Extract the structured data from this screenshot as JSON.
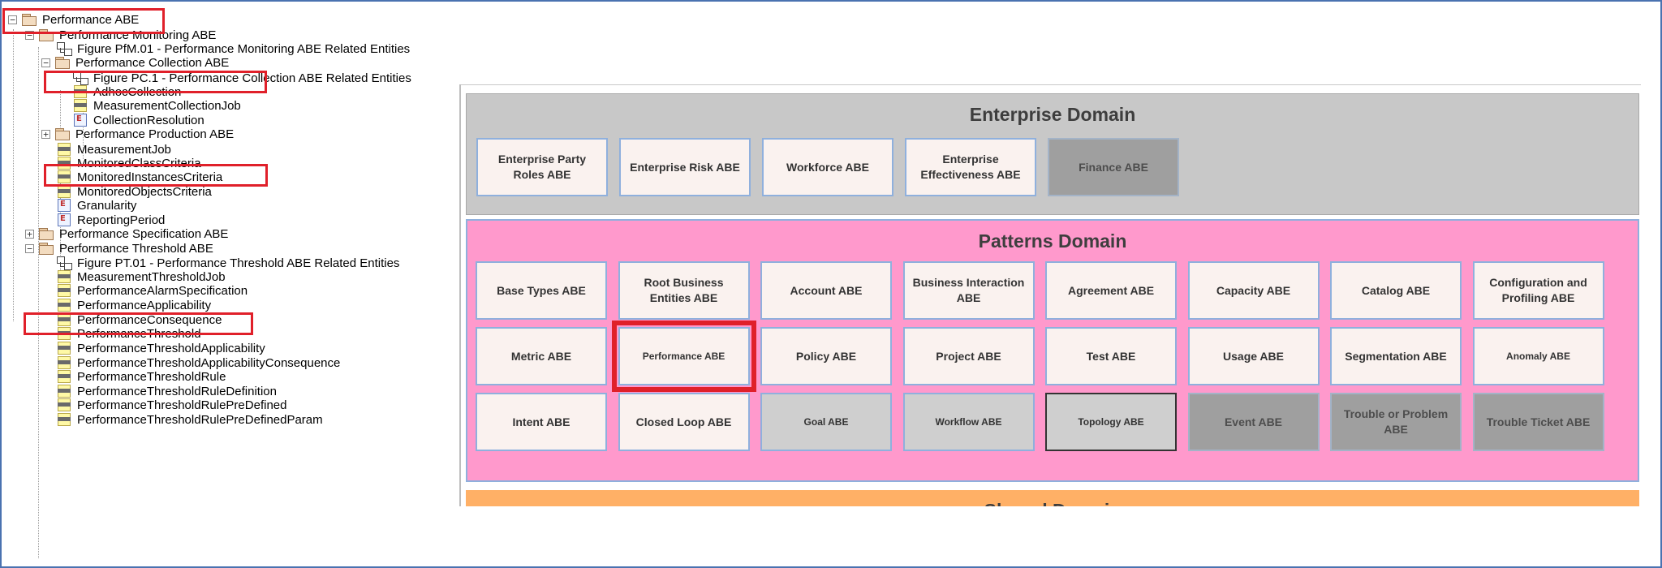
{
  "tree": {
    "nodes": [
      {
        "label": "Performance ABE",
        "icon": "folder",
        "toggle": "−"
      },
      {
        "label": "Performance Monitoring ABE",
        "icon": "folder",
        "toggle": "−"
      },
      {
        "label": "Figure PfM.01 - Performance Monitoring ABE Related Entities",
        "icon": "diagram"
      },
      {
        "label": "Performance Collection ABE",
        "icon": "folder",
        "toggle": "−"
      },
      {
        "label": "Figure PC.1 - Performance Collection ABE Related Entities",
        "icon": "diagram"
      },
      {
        "label": "AdhocCollection",
        "icon": "class"
      },
      {
        "label": "MeasurementCollectionJob",
        "icon": "class"
      },
      {
        "label": "CollectionResolution",
        "icon": "enum"
      },
      {
        "label": "Performance Production ABE",
        "icon": "folder",
        "toggle": "+"
      },
      {
        "label": "MeasurementJob",
        "icon": "class"
      },
      {
        "label": "MonitoredClassCriteria",
        "icon": "class"
      },
      {
        "label": "MonitoredInstancesCriteria",
        "icon": "class"
      },
      {
        "label": "MonitoredObjectsCriteria",
        "icon": "class"
      },
      {
        "label": "Granularity",
        "icon": "enum"
      },
      {
        "label": "ReportingPeriod",
        "icon": "enum"
      },
      {
        "label": "Performance Specification ABE",
        "icon": "folder",
        "toggle": "+"
      },
      {
        "label": "Performance Threshold ABE",
        "icon": "folder",
        "toggle": "−"
      },
      {
        "label": "Figure PT.01 - Performance Threshold ABE Related Entities",
        "icon": "diagram"
      },
      {
        "label": "MeasurementThresholdJob",
        "icon": "class"
      },
      {
        "label": "PerformanceAlarmSpecification",
        "icon": "class"
      },
      {
        "label": "PerformanceApplicability",
        "icon": "class"
      },
      {
        "label": "PerformanceConsequence",
        "icon": "class"
      },
      {
        "label": "PerformanceThreshold",
        "icon": "class"
      },
      {
        "label": "PerformanceThresholdApplicability",
        "icon": "class"
      },
      {
        "label": "PerformanceThresholdApplicabilityConsequence",
        "icon": "class"
      },
      {
        "label": "PerformanceThresholdRule",
        "icon": "class"
      },
      {
        "label": "PerformanceThresholdRuleDefinition",
        "icon": "class"
      },
      {
        "label": "PerformanceThresholdRulePreDefined",
        "icon": "class"
      },
      {
        "label": "PerformanceThresholdRulePreDefinedParam",
        "icon": "class"
      }
    ]
  },
  "map": {
    "enterprise": {
      "title": "Enterprise Domain",
      "tiles": [
        "Enterprise Party Roles ABE",
        "Enterprise Risk ABE",
        "Workforce ABE",
        "Enterprise Effectiveness ABE",
        "Finance ABE"
      ]
    },
    "patterns": {
      "title": "Patterns Domain",
      "rows": [
        [
          "Base Types ABE",
          "Root Business Entities ABE",
          "Account ABE",
          "Business Interaction ABE",
          "Agreement ABE",
          "Capacity ABE",
          "Catalog ABE",
          "Configuration and Profiling ABE"
        ],
        [
          "Metric ABE",
          "Performance ABE",
          "Policy ABE",
          "Project ABE",
          "Test ABE",
          "Usage ABE",
          "Segmentation ABE",
          "Anomaly ABE"
        ],
        [
          "Intent ABE",
          "Closed Loop ABE",
          "Goal ABE",
          "Workflow ABE",
          "Topology ABE",
          "Event ABE",
          "Trouble or Problem ABE",
          "Trouble Ticket ABE"
        ]
      ]
    },
    "shared": {
      "title": "Shared Domain"
    },
    "colors": {
      "enterprise_bg": "#c8c8c8",
      "patterns_bg": "#ff99cc",
      "shared_bg": "#ffb066",
      "highlight": "#e0202a"
    }
  }
}
